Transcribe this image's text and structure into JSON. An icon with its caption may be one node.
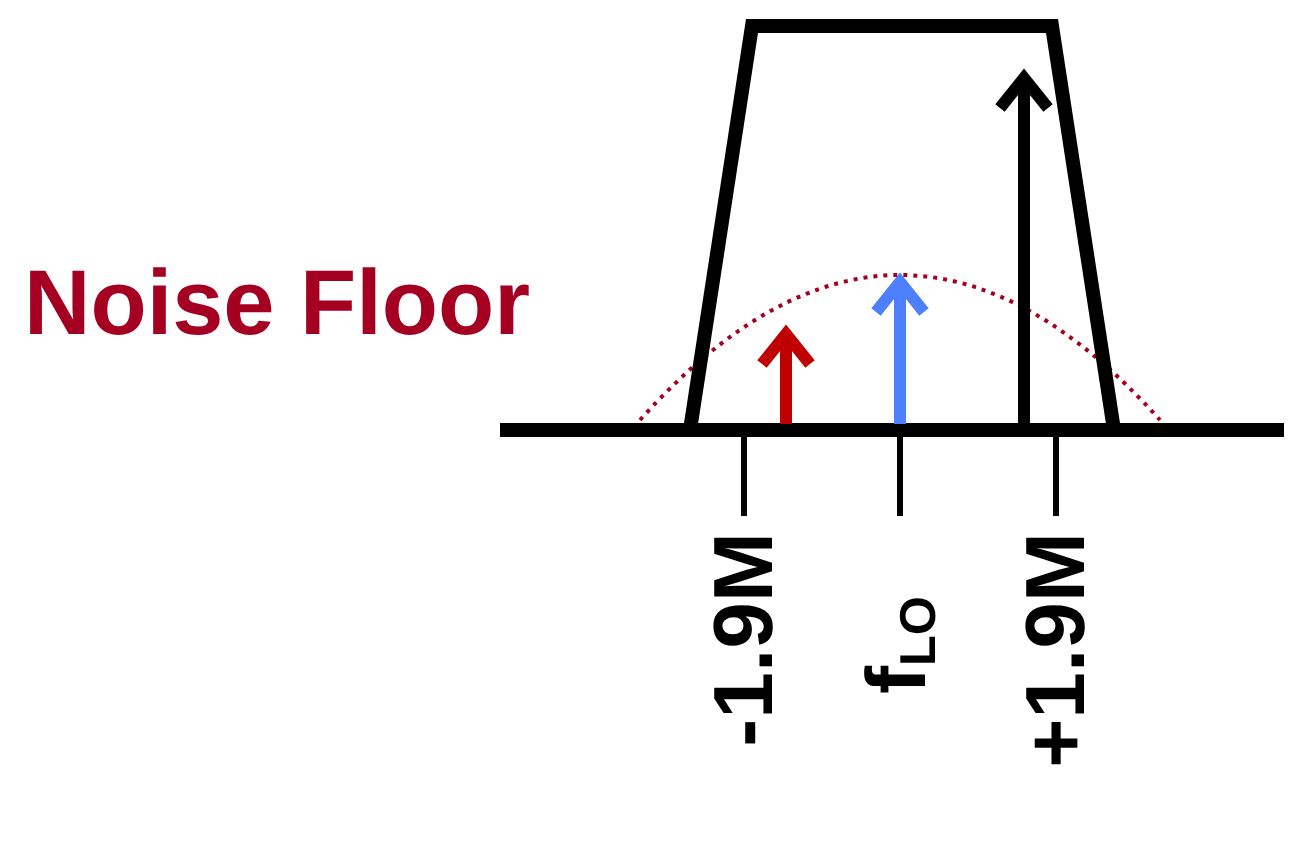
{
  "diagram": {
    "labels": [
      "Noise Floor",
      "-1.9M",
      "f$_{LO}$",
      "+1.9M"
    ]
  }
}
